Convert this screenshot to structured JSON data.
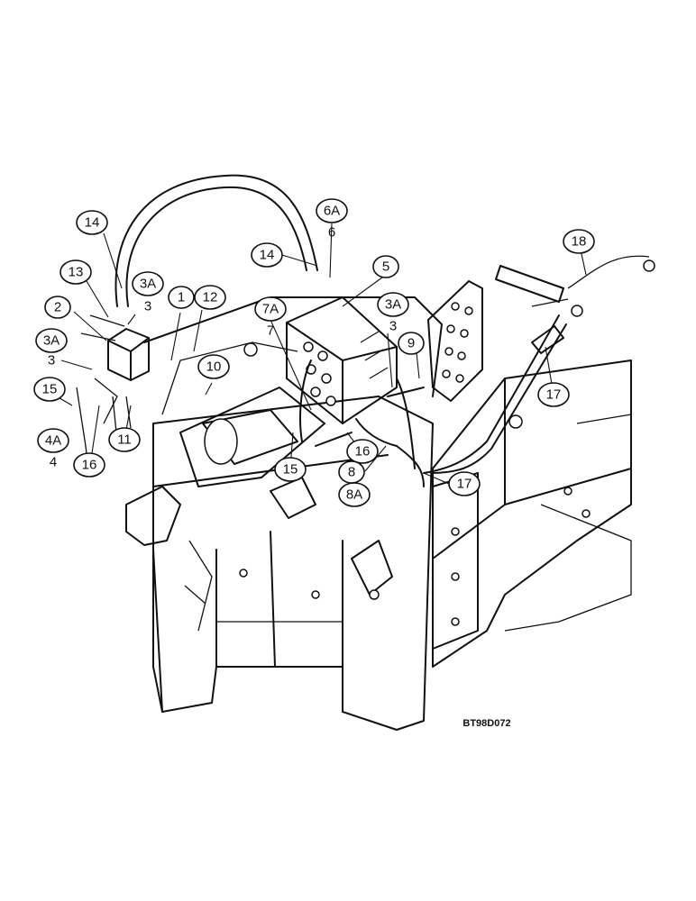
{
  "drawing_code": "BT98D072",
  "callouts": [
    {
      "id": "c14a",
      "label": "14"
    },
    {
      "id": "c6a",
      "label": "6A"
    },
    {
      "id": "c6",
      "label": "6"
    },
    {
      "id": "c14b",
      "label": "14"
    },
    {
      "id": "c5",
      "label": "5"
    },
    {
      "id": "c13",
      "label": "13"
    },
    {
      "id": "c3a1",
      "label": "3A"
    },
    {
      "id": "c3_1",
      "label": "3"
    },
    {
      "id": "c1",
      "label": "1"
    },
    {
      "id": "c12",
      "label": "12"
    },
    {
      "id": "c2",
      "label": "2"
    },
    {
      "id": "c7a",
      "label": "7A"
    },
    {
      "id": "c7",
      "label": "7"
    },
    {
      "id": "c3a2",
      "label": "3A"
    },
    {
      "id": "c3_2",
      "label": "3"
    },
    {
      "id": "c3a3",
      "label": "3A"
    },
    {
      "id": "c3_3",
      "label": "3"
    },
    {
      "id": "c9",
      "label": "9"
    },
    {
      "id": "c10",
      "label": "10"
    },
    {
      "id": "c15a",
      "label": "15"
    },
    {
      "id": "c4a",
      "label": "4A"
    },
    {
      "id": "c4",
      "label": "4"
    },
    {
      "id": "c11",
      "label": "11"
    },
    {
      "id": "c16a",
      "label": "16"
    },
    {
      "id": "c15b",
      "label": "15"
    },
    {
      "id": "c16b",
      "label": "16"
    },
    {
      "id": "c8",
      "label": "8"
    },
    {
      "id": "c8a",
      "label": "8A"
    },
    {
      "id": "c17a",
      "label": "17"
    },
    {
      "id": "c17b",
      "label": "17"
    },
    {
      "id": "c18",
      "label": "18"
    }
  ]
}
